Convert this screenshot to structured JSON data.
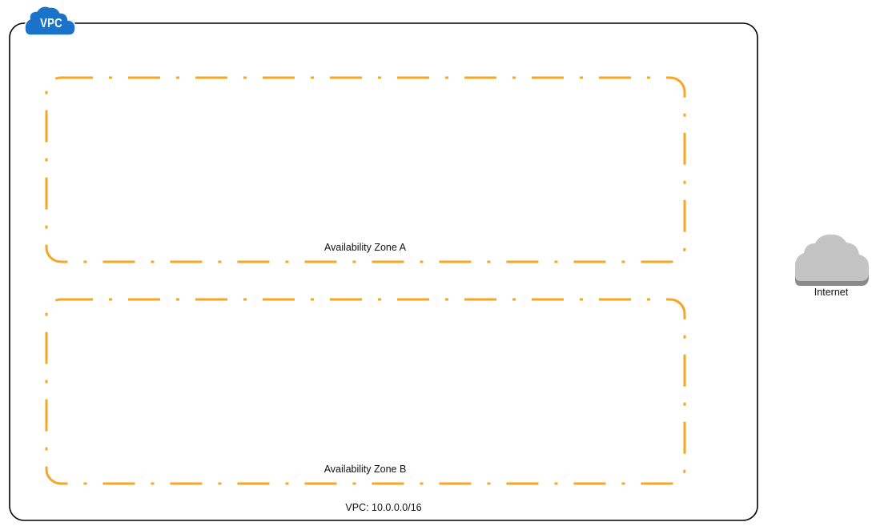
{
  "vpc": {
    "badge_label": "VPC",
    "caption": "VPC: 10.0.0.0/16",
    "badge_color": "#1a73c8",
    "border_color": "#000000"
  },
  "availability_zones": [
    {
      "label": "Availability Zone A"
    },
    {
      "label": "Availability Zone B"
    }
  ],
  "zone_border_color": "#f5a623",
  "internet": {
    "label": "Internet",
    "icon": "cloud-icon",
    "color": "#b9b9b9"
  }
}
